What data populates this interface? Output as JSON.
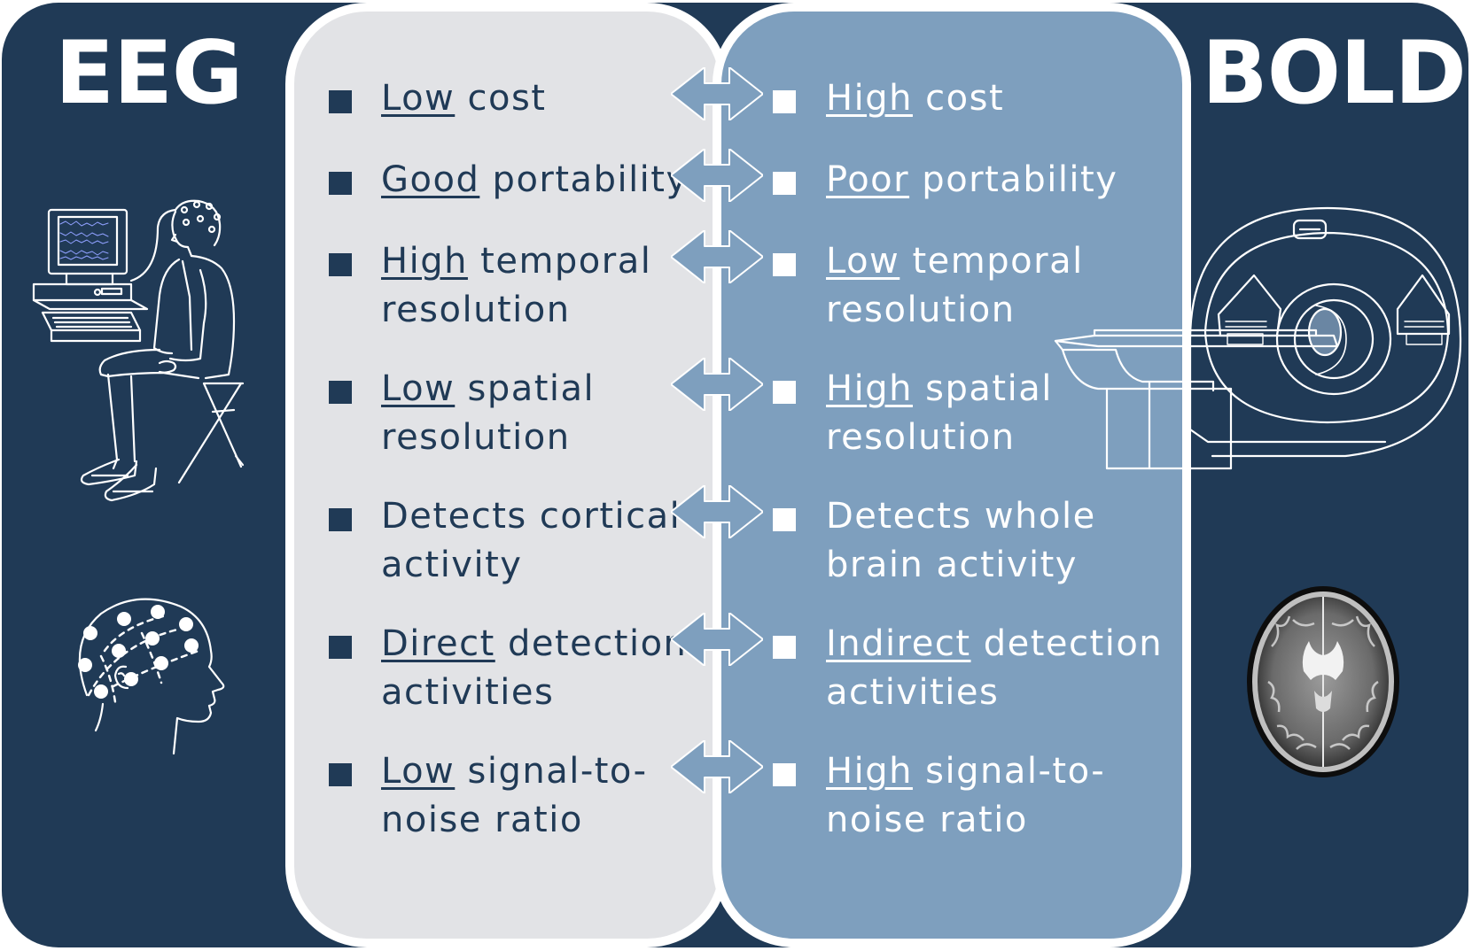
{
  "left_title": "EEG",
  "right_title": "BOLD",
  "colors": {
    "dark_navy": "#203a56",
    "light_grey": "#e2e3e6",
    "steel_blue": "#7e9fbe",
    "arrow": "#7e9fbe",
    "white": "#ffffff"
  },
  "rows": [
    {
      "eeg": {
        "key": "Low",
        "rest": " cost",
        "line2": ""
      },
      "bold": {
        "key": "High",
        "rest": " cost",
        "line2": ""
      }
    },
    {
      "eeg": {
        "key": "Good",
        "rest": " portability",
        "line2": ""
      },
      "bold": {
        "key": "Poor",
        "rest": " portability",
        "line2": ""
      }
    },
    {
      "eeg": {
        "key": "High",
        "rest": " temporal",
        "line2": "resolution"
      },
      "bold": {
        "key": "Low",
        "rest": " temporal",
        "line2": "resolution"
      }
    },
    {
      "eeg": {
        "key": "Low",
        "rest": " spatial",
        "line2": "resolution"
      },
      "bold": {
        "key": "High",
        "rest": " spatial",
        "line2": "resolution"
      }
    },
    {
      "eeg": {
        "key": "",
        "rest": "Detects cortical",
        "line2": "activity"
      },
      "bold": {
        "key": "",
        "rest": "Detects whole",
        "line2": "brain activity"
      }
    },
    {
      "eeg": {
        "key": "Direct",
        "rest": " detection",
        "line2": "activities"
      },
      "bold": {
        "key": "Indirect",
        "rest": " detection",
        "line2": "activities"
      }
    },
    {
      "eeg": {
        "key": "Low",
        "rest": " signal-to-",
        "line2": "noise ratio"
      },
      "bold": {
        "key": "High",
        "rest": " signal-to-",
        "line2": "noise ratio"
      }
    }
  ],
  "illustrations": {
    "eeg_subject": "person-with-eeg-cap-at-computer-icon",
    "eeg_head": "head-with-electrodes-icon",
    "mri_scanner": "mri-scanner-icon",
    "brain_scan": "axial-brain-mri-image"
  }
}
